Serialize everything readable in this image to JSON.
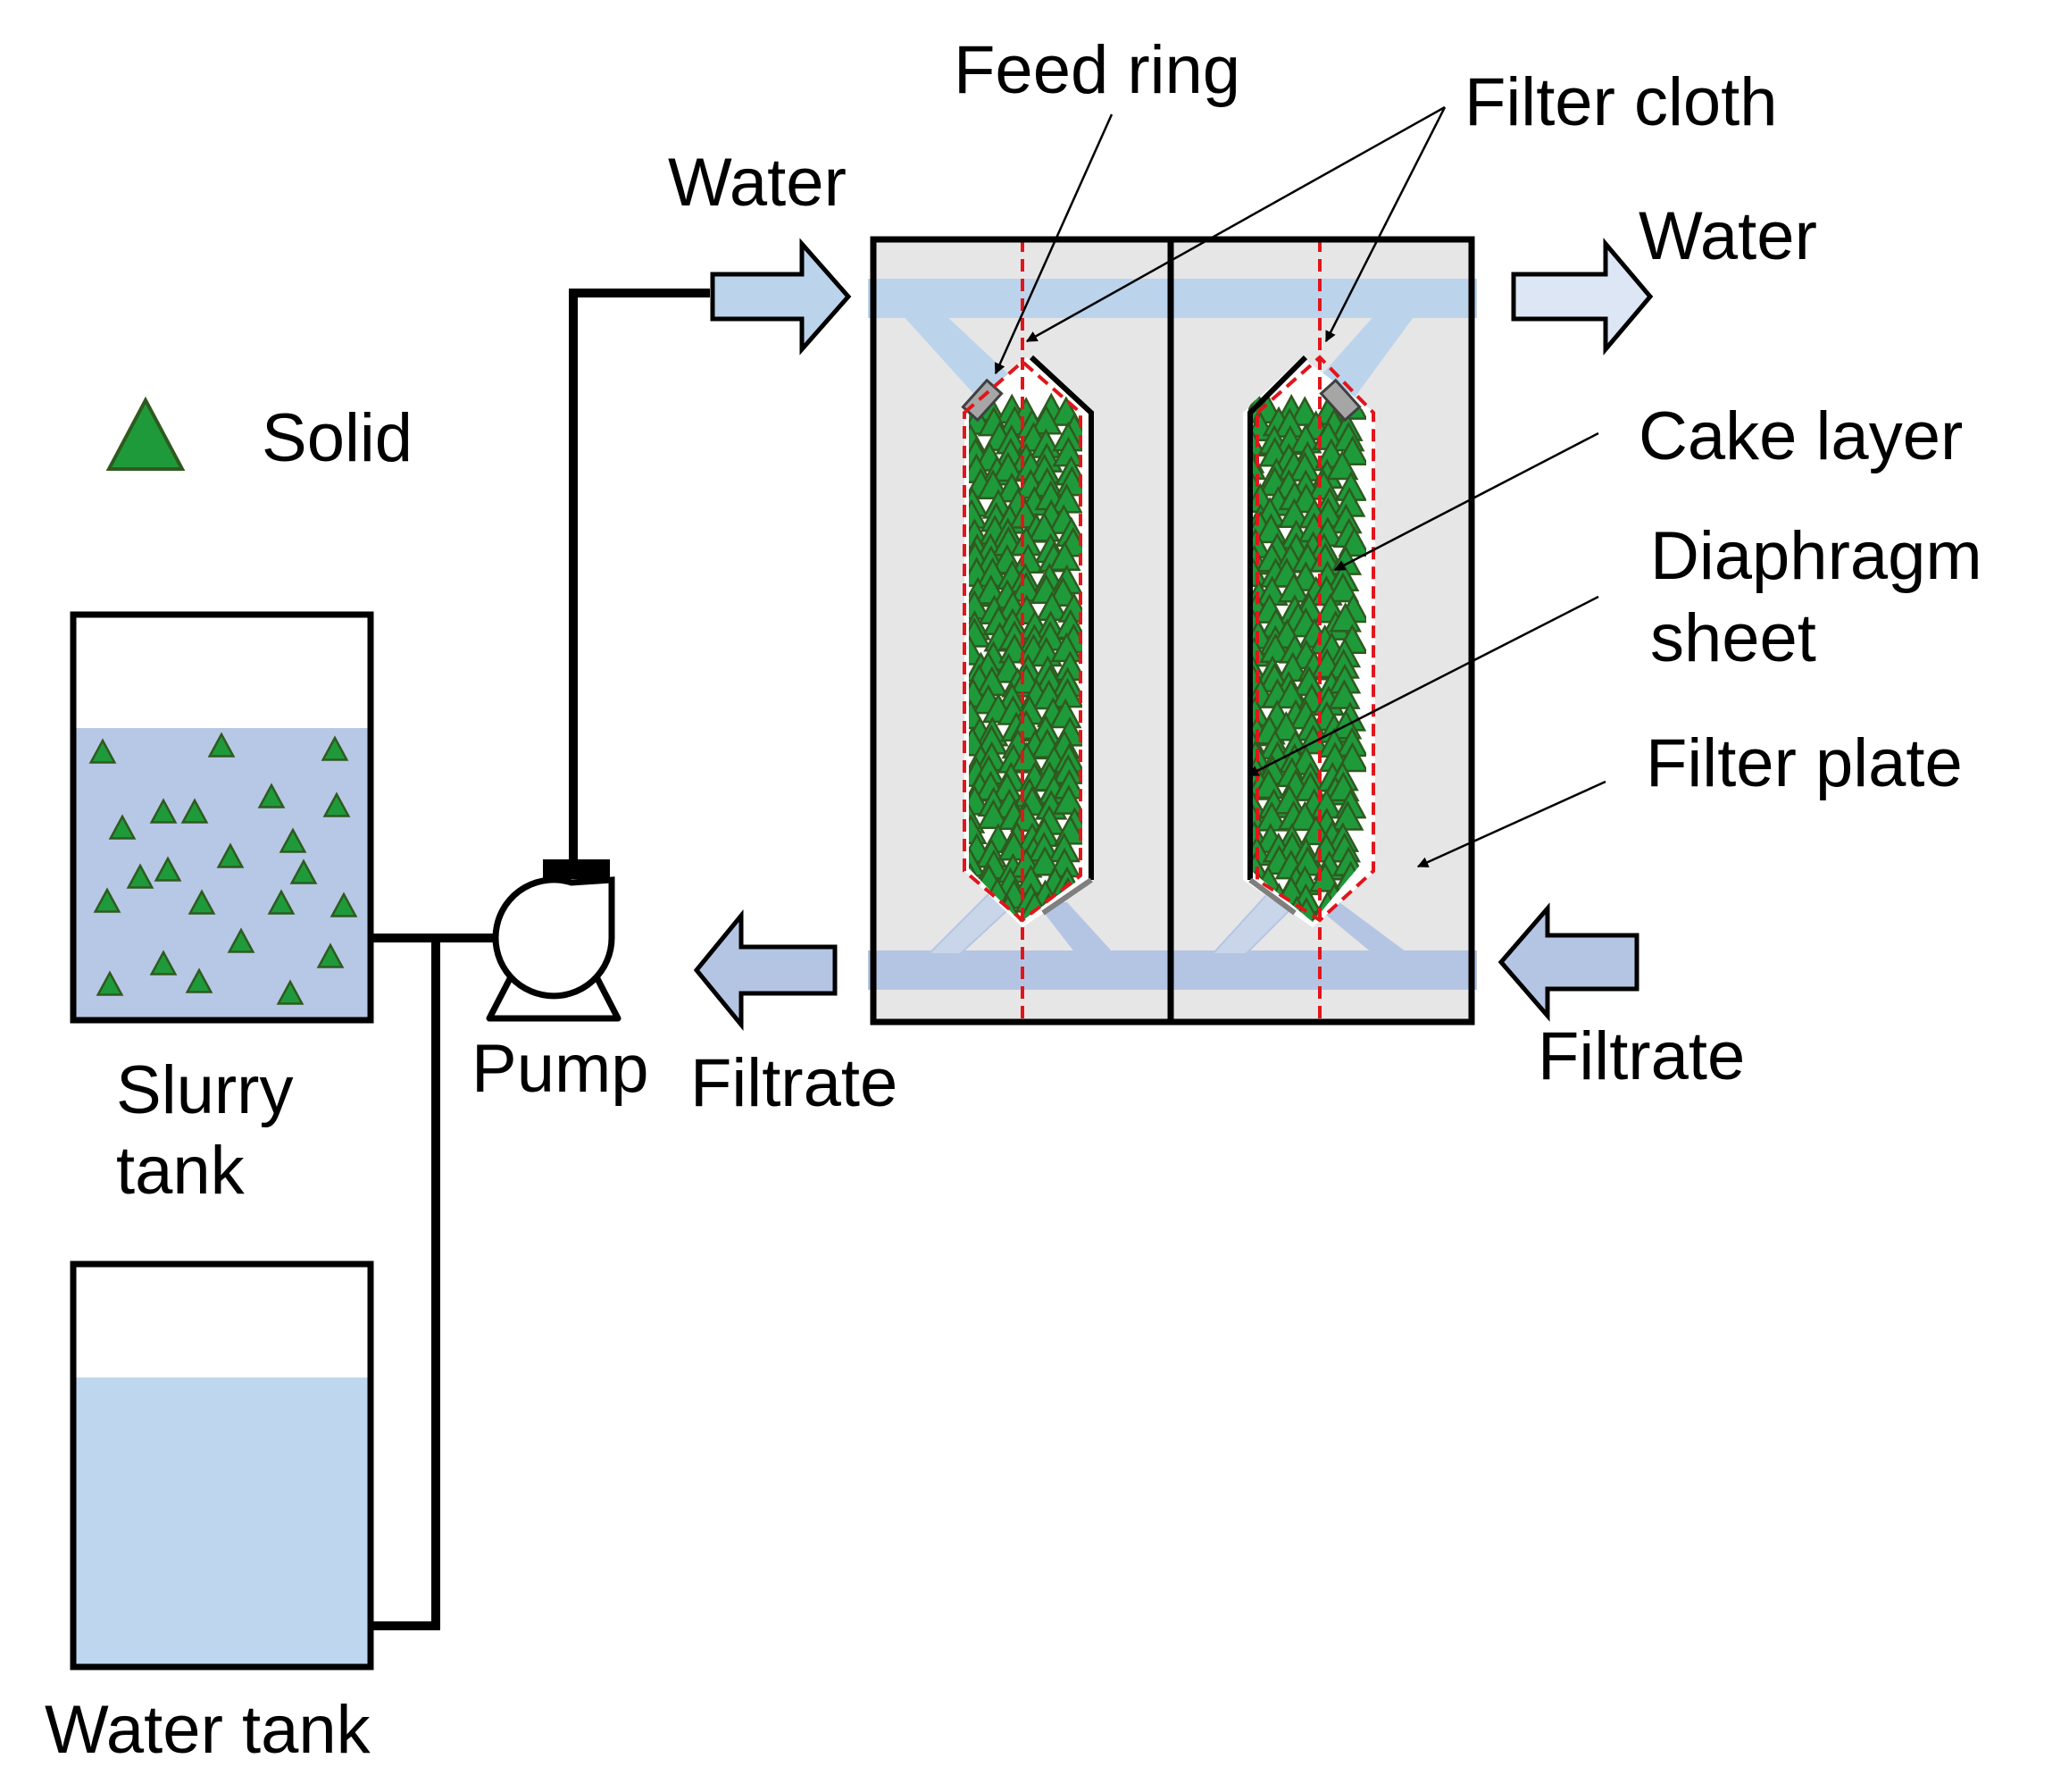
{
  "labels": {
    "feed_ring": "Feed ring",
    "filter_cloth": "Filter cloth",
    "water_in": "Water",
    "water_out": "Water",
    "solid": "Solid",
    "cake_layer": "Cake layer",
    "diaphragm_line1": "Diaphragm",
    "diaphragm_line2": "sheet",
    "filter_plate": "Filter plate",
    "slurry_line1": "Slurry",
    "slurry_line2": "tank",
    "pump": "Pump",
    "filtrate_left": "Filtrate",
    "filtrate_right": "Filtrate",
    "water_tank": "Water tank"
  },
  "colors": {
    "solid_fill": "#1e9a3a",
    "solid_stroke": "#2f5a1f",
    "slurry_liquid": "#b7c8e6",
    "water_liquid": "#bed6ee",
    "plate_gray": "#e6e6e6",
    "channel_blue": "#bcd3ec",
    "filtrate_blue": "#b4c5e4",
    "filter_cloth_red": "#e0161b",
    "pipe_black": "#000000",
    "feed_ring_gray": "#a6a6a6"
  },
  "icons": {
    "solid": "green-triangle-icon",
    "pump": "centrifugal-pump-icon",
    "arrow": "block-arrow-icon"
  }
}
